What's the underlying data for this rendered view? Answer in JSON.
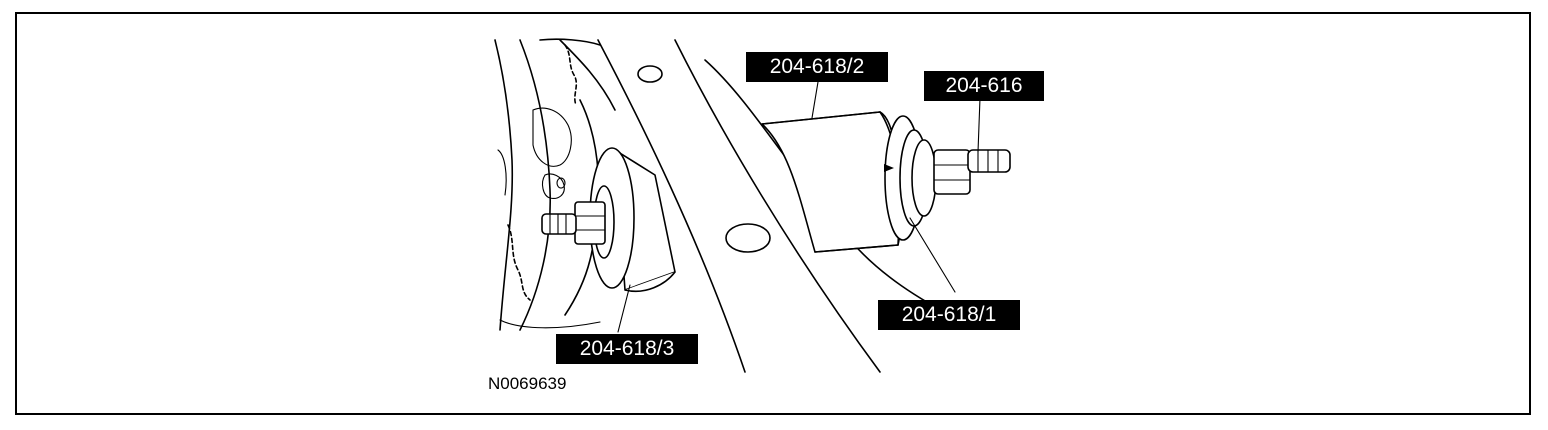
{
  "labels": {
    "tool_204_618_2": "204-618/2",
    "tool_204_616": "204-616",
    "tool_204_618_1": "204-618/1",
    "tool_204_618_3": "204-618/3"
  },
  "figure_id": "N0069639",
  "colors": {
    "ink": "#000000",
    "paper": "#ffffff",
    "label_bg": "#000000",
    "label_text": "#ffffff"
  }
}
